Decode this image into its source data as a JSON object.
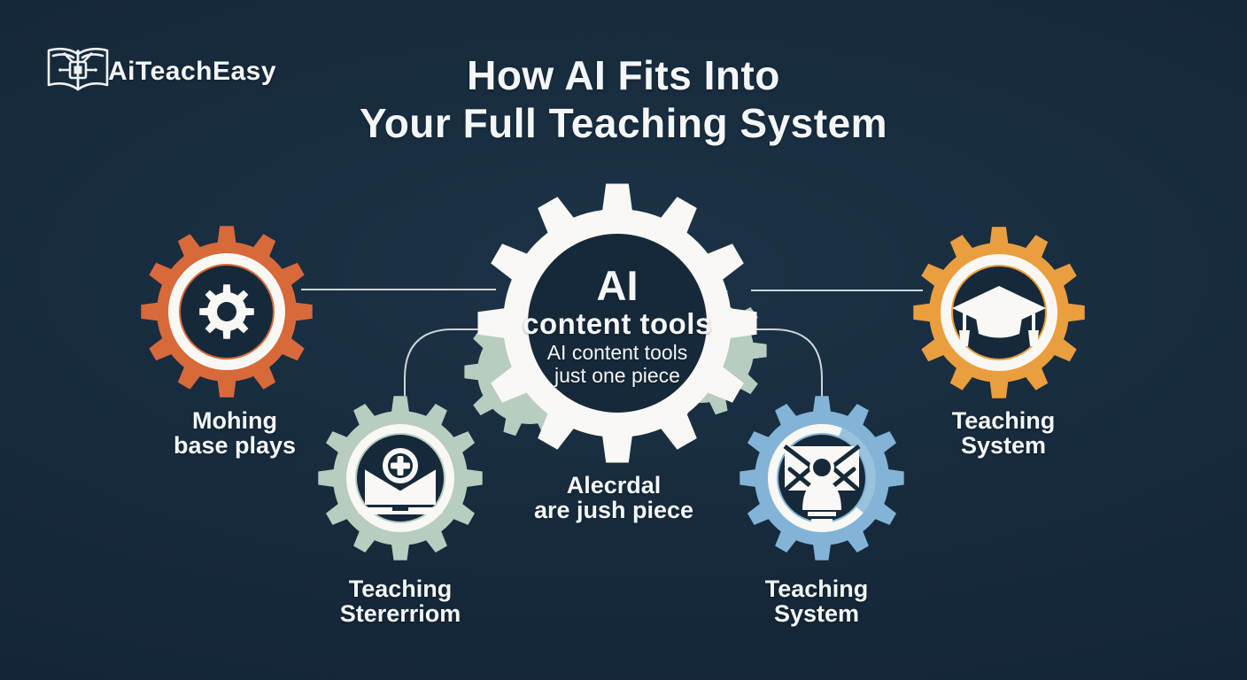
{
  "logo": {
    "brand": "AiTeachEasy",
    "icon": "book-circuit-chip"
  },
  "title": {
    "line1": "How AI Fits Into",
    "line2": "Your Full Teaching System"
  },
  "center_gear": {
    "heading": "AI",
    "subheading": "content tools",
    "body_line1": "AI content tools",
    "body_line2": "just one piece"
  },
  "caption": {
    "line1": "Alecrdal",
    "line2": "are jush piece"
  },
  "gears": [
    {
      "id": "left-orange",
      "icon": "cog-icon",
      "label1": "Mohing",
      "label2": "base plays"
    },
    {
      "id": "bottom-left",
      "icon": "book-badge-icon",
      "label1": "Teaching",
      "label2": "Stererriom"
    },
    {
      "id": "bottom-right",
      "icon": "presenter-mail-icon",
      "label1": "Teaching",
      "label2": "System"
    },
    {
      "id": "right-amber",
      "icon": "graduation-cap-icon",
      "label1": "Teaching",
      "label2": "System"
    }
  ],
  "colors": {
    "background": "#16293b",
    "navy": "#16293a",
    "white": "#f9f8f4",
    "orange": "#d7693a",
    "amber": "#eb9e3e",
    "blue": "#83b4d7",
    "blue_ring_dim": "#aecde2",
    "sage": "#b8ccc0",
    "line": "#cdd5da",
    "text": "#f4f6f7"
  }
}
